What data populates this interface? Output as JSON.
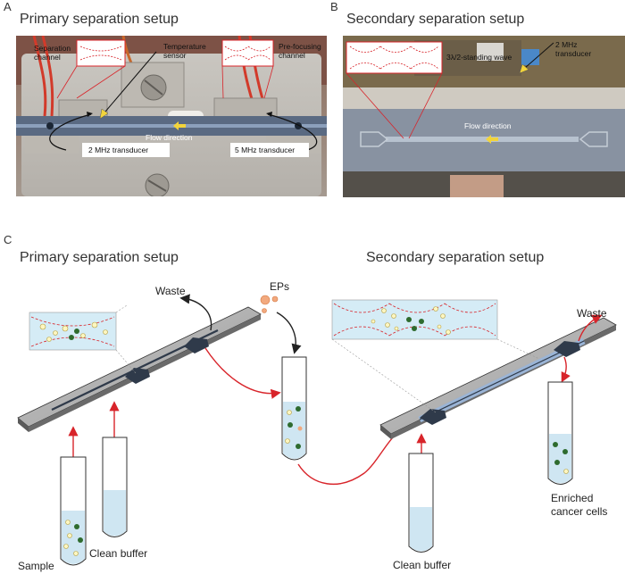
{
  "panel_a": {
    "letter": "A",
    "title": "Primary separation setup",
    "labels": {
      "separation_channel": "Separation\nchannel",
      "temperature_sensor": "Temperature\nsensor",
      "prefocusing_channel": "Pre-focusing\nchannel",
      "flow_direction": "Flow direction",
      "transducer_2mhz": "2 MHz transducer",
      "transducer_5mhz": "5 MHz transducer"
    }
  },
  "panel_b": {
    "letter": "B",
    "title": "Secondary separation setup",
    "labels": {
      "standing_wave": "3λ/2-standing wave",
      "transducer_2mhz": "2 MHz\ntransducer",
      "flow_direction": "Flow direction"
    }
  },
  "panel_c": {
    "letter": "C",
    "title_primary": "Primary separation setup",
    "title_secondary": "Secondary separation setup",
    "labels": {
      "eps": "EPs",
      "waste_left": "Waste",
      "waste_right": "Waste",
      "sample": "Sample",
      "clean_buffer_left": "Clean buffer",
      "clean_buffer_right": "Clean buffer",
      "enriched": "Enriched\ncancer cells"
    }
  },
  "colors": {
    "red": "#d8242a",
    "liquid": "#cfe6f2",
    "chip": "#8a8a8a",
    "channel": "#2f3a4a"
  }
}
